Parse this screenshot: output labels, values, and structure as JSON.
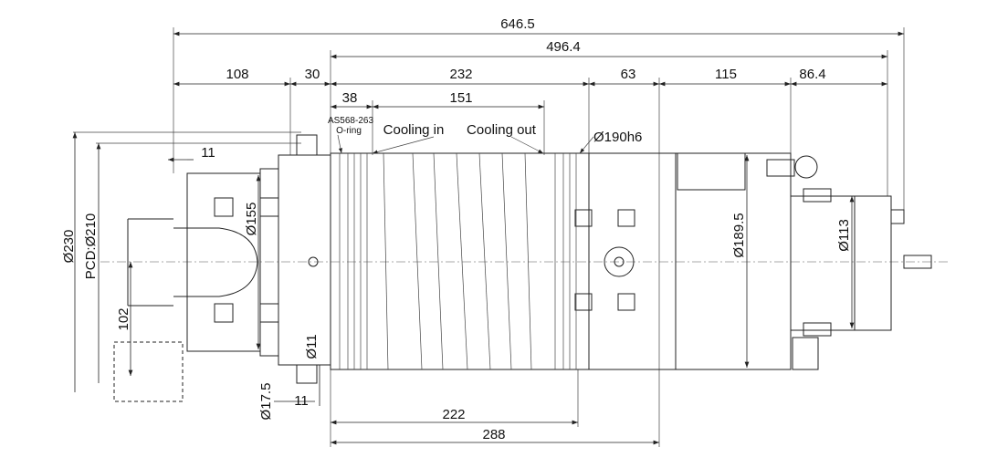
{
  "dimensions": {
    "overall_length": "646.5",
    "body_length": "496.4",
    "front_section": "108",
    "flange": "30",
    "cooling_section": "232",
    "mid_section": "63",
    "rear_section": "115",
    "rear_cap": "86.4",
    "oring_offset": "38",
    "cooling_span": "151",
    "tool_offset": "11",
    "dia_230": "Ø230",
    "pcd_210": "PCD:Ø210",
    "dia_155": "Ø155",
    "dia_189_5": "Ø189.5",
    "dia_113": "Ø113",
    "tool_length": "102",
    "dia_11": "Ø11",
    "dia_17_5": "Ø17.5",
    "hole_depth": "11",
    "dim_222": "222",
    "dim_288": "288"
  },
  "annotations": {
    "oring_part": "AS568-263",
    "oring_label": "O-ring",
    "cooling_in": "Cooling in",
    "cooling_out": "Cooling out",
    "housing_fit": "Ø190h6"
  }
}
